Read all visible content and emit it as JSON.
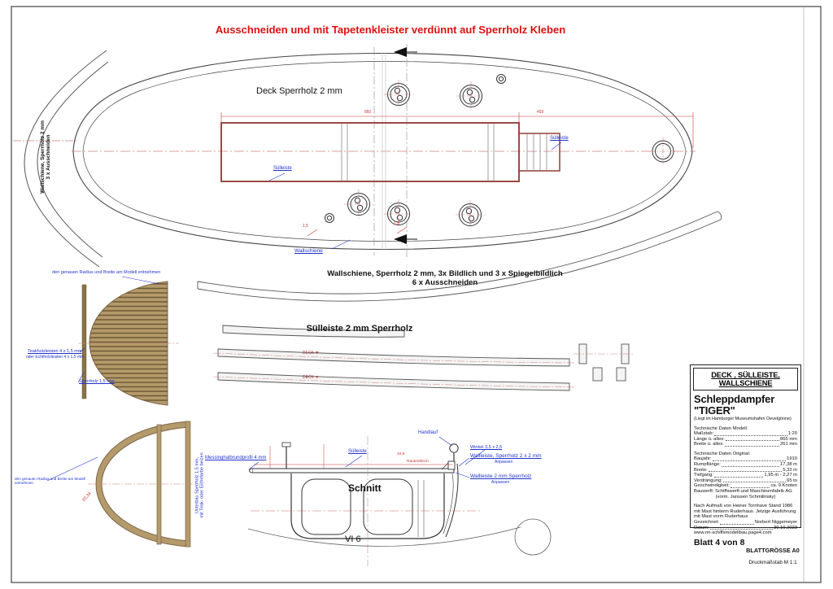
{
  "page": {
    "title": "Ausschneiden und mit Tapetenkleister verdünnt auf Sperrholz Kleben"
  },
  "plan": {
    "deck_label": "Deck Sperrholz 2 mm",
    "wallschiene_side_label": "Wallschiene, Sperrholz 2 mm\n3 x Ausschneiden",
    "wallschiene_bottom_label": "Wallschiene, Sperrholz 2 mm, 3x Bildlich und 3 x Spiegelbildlich\n6 x Ausschneiden",
    "wallschiene_pointer_label": "Wallschiene",
    "suelleiste_pointer_label_1": "Sülleiste",
    "suelleiste_pointer_label_2": "Sülleiste",
    "dims": {
      "deck_length": "860",
      "deck_aft": "493",
      "thickness_a": "1,5",
      "thickness_b": "1,5"
    }
  },
  "suelleiste": {
    "title": "Sülleiste 2 mm Sperrholz",
    "deck_mark_1": "DECK ▼",
    "deck_mark_2": "DECK ▼"
  },
  "teak_parts": {
    "radius_note": "den genauen Radius und Breite am Modell entnehmen",
    "teak_label_line1": "Teakholzleisten 4 x 1,5 mm",
    "teak_label_line2": "oder Echtholzleisten 4 x 1,5 mm",
    "sperrholz_label": "Sperrholz 1,5 mm",
    "radius_note_2": "den genauen Radius und Breite am Modell entnehmen",
    "unterbau_label": "Unterbau Sperrholz 1,5 mm,\nmit Teak- oder Eichefarbe beizen",
    "dim_radius": "20,34"
  },
  "schnitt": {
    "title": "Schnitt",
    "section_mark": "VI 6",
    "messing_label": "Messinghalbrundprofil 4 mm",
    "suelleiste_label": "Sülleiste",
    "handlauf_label": "Handlauf",
    "winkel_label": "Winkel 3,5 x 2,5",
    "wallleiste_1_label": "Wallleiste, Sperrholz 2 x 2 mm",
    "wallleiste_1_sub": "Anpassen",
    "wallleiste_2_label": "Wallleiste 2 mm Sperrholz",
    "wallleiste_2_sub": "Anpassen",
    "deck_plate_note": "Rautenblech",
    "dim_width": "34,8"
  },
  "title_block": {
    "header": "DECK , SÜLLEISTE, WALLSCHIENE",
    "ship_name": "Schleppdampfer \"TIGER\"",
    "ship_location": "(Liegt im Hamburger Museumshafen Oevelgönne)",
    "model_heading": "Technische Daten Modell:",
    "model_rows": [
      {
        "label": "Maßstab:",
        "value": "1:20"
      },
      {
        "label": "Länge ü. alles:",
        "value": "865 mm"
      },
      {
        "label": "Breite ü. alles:",
        "value": "261 mm"
      }
    ],
    "original_heading": "Technische Daten Original:",
    "original_rows": [
      {
        "label": "Baujahr:",
        "value": "1910"
      },
      {
        "label": "Rumpflänge:",
        "value": "17,38 m"
      },
      {
        "label": "Breite:",
        "value": "5,32 m"
      },
      {
        "label": "Tiefgang:",
        "value": "1,95 m - 2,27 m"
      },
      {
        "label": "Verdrängung:",
        "value": "65 to"
      },
      {
        "label": "Geschwindigkeit:",
        "value": "ca. 9 Knoten"
      }
    ],
    "shipyard_line1": "Bauwerft: Schiffswerft und Maschinenfabrik AG",
    "shipyard_line2": "(vorm. Janssen  Schmilinsky)",
    "note": "Nach Aufmaß von Heiner Tornhave Stand 1986 mit Mast hinterm Ruderhaus. Jetzige Ausführung mit Mast vorm Ruderhaus",
    "drawn_label": "Gezeichnet:",
    "drawn_value": "Norbert Niggemeyer",
    "date_label": "Datum:",
    "date_value": "30.10.2023",
    "website": "www.nn-schiffsmodellbau.page4.com",
    "sheet": "Blatt 4 von 8",
    "sheet_size": "BLATTGRÖSSE A0",
    "print_scale": "Druckmaßstab M 1:1"
  },
  "colors": {
    "accent_red": "#dd1111",
    "dimension_red": "#cc3333",
    "label_blue": "#2233cc",
    "wood": "#b49a6a",
    "deck_opening_red": "#9a4a42"
  }
}
